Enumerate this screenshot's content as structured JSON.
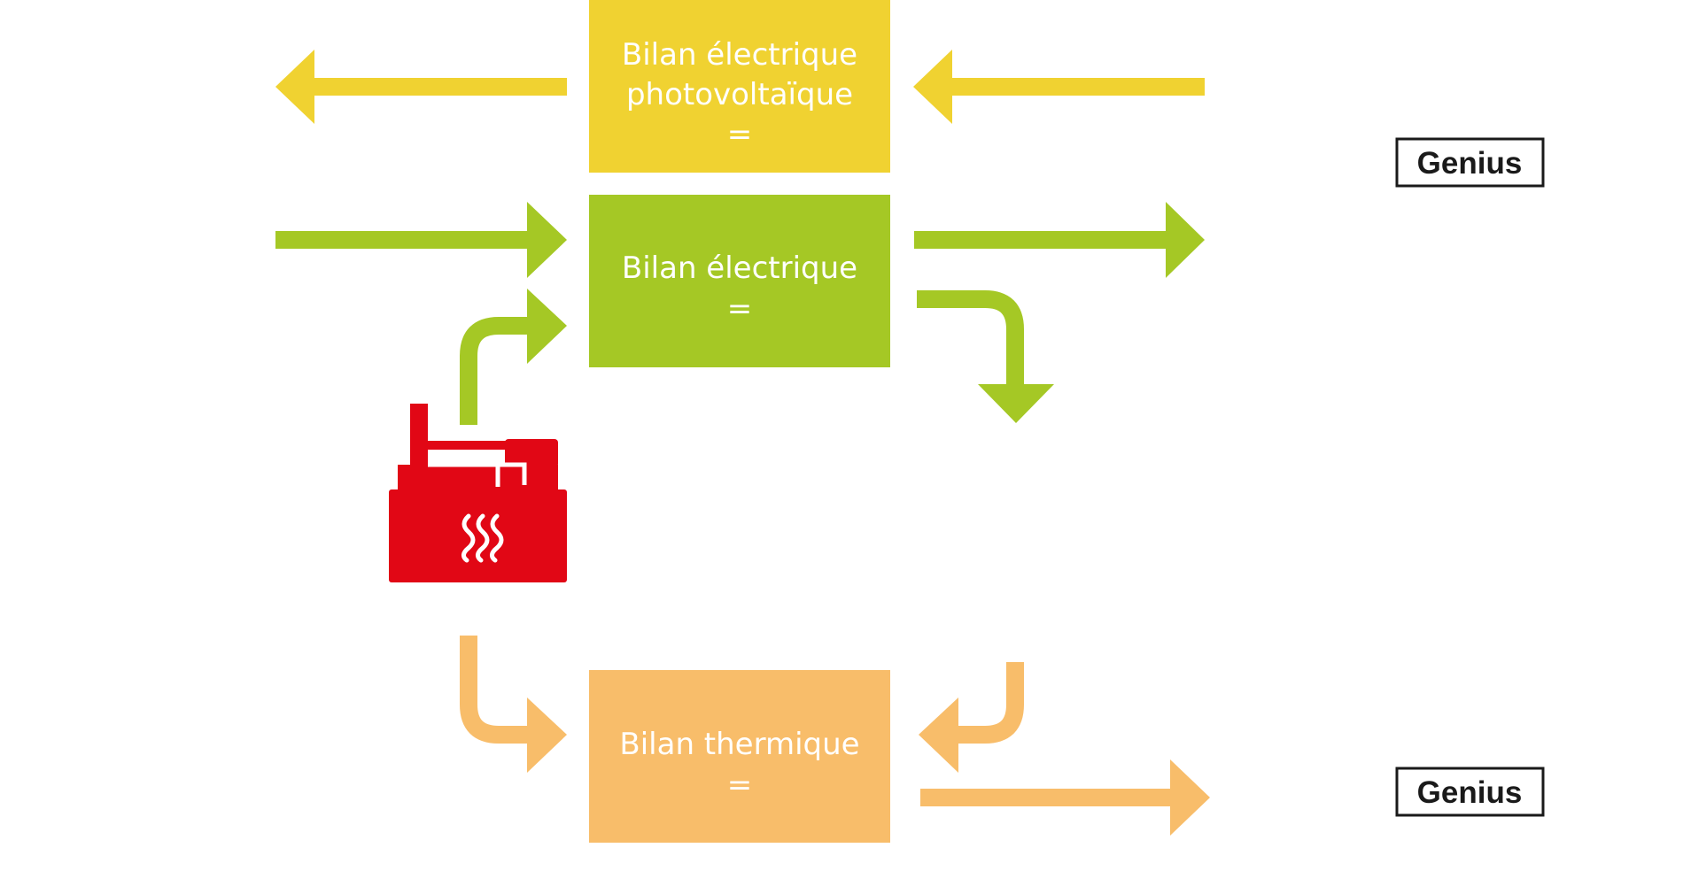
{
  "boxes": {
    "photovoltaic": {
      "line1": "Bilan électrique",
      "line2": "photovoltaïque",
      "line3": "=",
      "color": "#f0d231"
    },
    "electric": {
      "line1": "Bilan électrique",
      "line2": "=",
      "color": "#a5c825"
    },
    "thermal": {
      "line1": "Bilan thermique",
      "line2": "=",
      "color": "#f8bd6a"
    }
  },
  "badges": {
    "top": "Genius",
    "bottom": "Genius"
  },
  "icons": {
    "boiler": {
      "name": "boiler-icon",
      "color": "#e10715"
    }
  },
  "colors": {
    "yellow": "#f0d231",
    "green": "#a5c825",
    "orange": "#f8bd6a",
    "red": "#e10715"
  }
}
